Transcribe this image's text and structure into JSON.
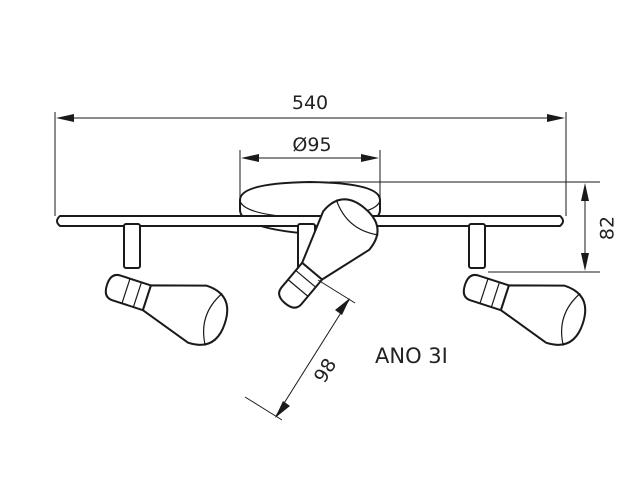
{
  "drawing": {
    "model_label": "ANO 3I",
    "stroke_color": "#1a1a1a",
    "background_color": "#ffffff"
  },
  "dimensions": {
    "overall_length": "540",
    "canopy_diameter": "Ø95",
    "height": "82",
    "spot_length": "98"
  }
}
